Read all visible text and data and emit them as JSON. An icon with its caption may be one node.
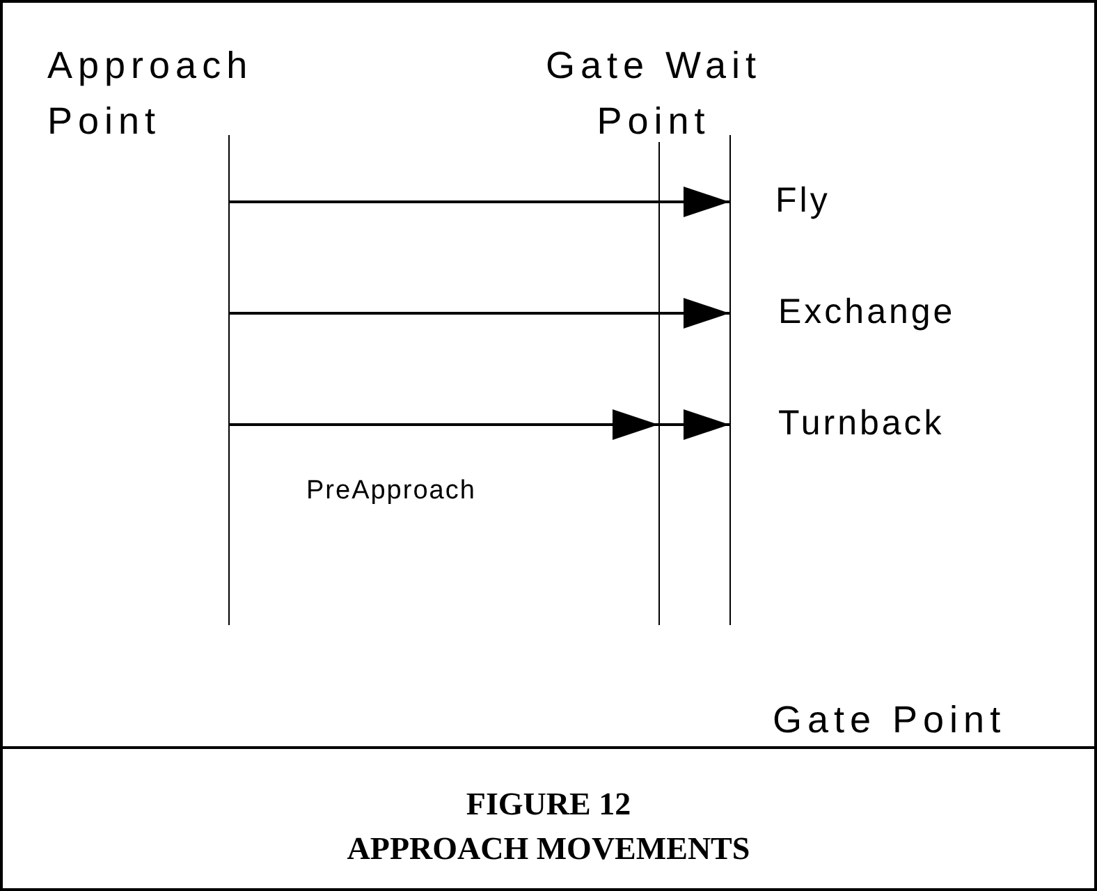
{
  "diagram": {
    "title": "FIGURE 12",
    "caption": "APPROACH MOVEMENTS",
    "nodes": [
      {
        "text": [
          "Approach Point"
        ]
      },
      {
        "text": [
          "Gate Wait Point"
        ]
      },
      {
        "text": [
          "Gate Point"
        ]
      }
    ],
    "edges": [
      {
        "from": 0,
        "to": 2,
        "arrow": "to",
        "label": "Fly"
      },
      {
        "from": 0,
        "to": 2,
        "arrow": "to",
        "label": "Exchange"
      },
      {
        "from": 1,
        "to": 2,
        "arrow": "to",
        "label": "Turnback"
      },
      {
        "from": 0,
        "to": 1,
        "arrow": "to",
        "label": "PreApproach"
      }
    ]
  }
}
